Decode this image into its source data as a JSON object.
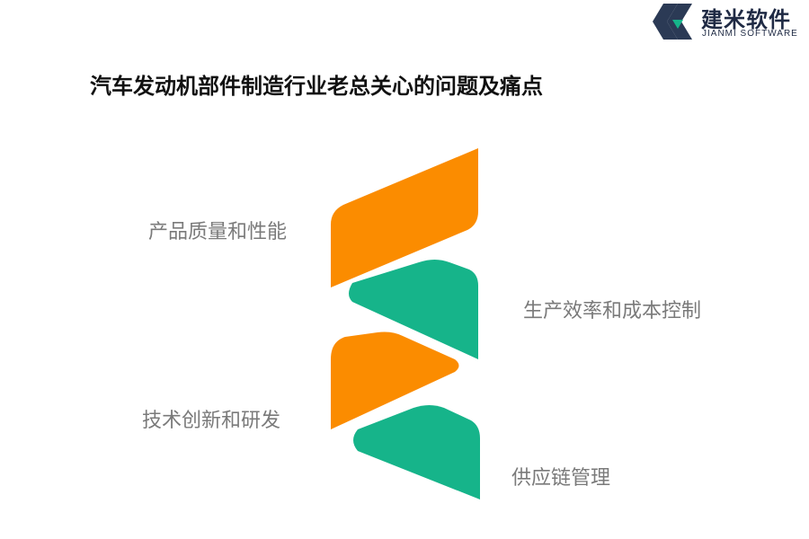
{
  "logo": {
    "name_cn": "建米软件",
    "name_en": "JIANMI SOFTWARE",
    "icon": "jianmi-logo-icon"
  },
  "title": "汽车发动机部件制造行业老总关心的问题及痛点",
  "colors": {
    "orange": "#FB8C00",
    "green": "#16B48A",
    "label": "#7a7a7a",
    "title": "#111111"
  },
  "items": [
    {
      "label": "产品质量和性能",
      "color": "orange",
      "side": "left"
    },
    {
      "label": "生产效率和成本控制",
      "color": "green",
      "side": "right"
    },
    {
      "label": "技术创新和研发",
      "color": "orange",
      "side": "left"
    },
    {
      "label": "供应链管理",
      "color": "green",
      "side": "right"
    }
  ]
}
